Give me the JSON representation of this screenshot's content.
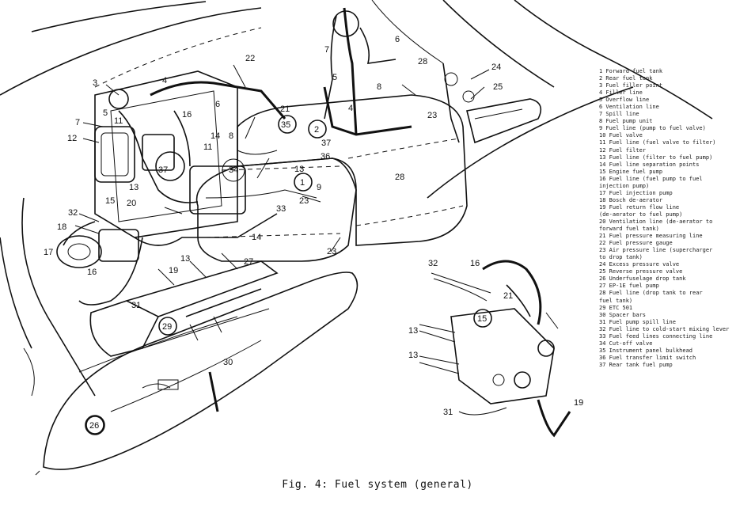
{
  "figure": {
    "caption": "Fig. 4: Fuel system (general)"
  },
  "callouts": {
    "n1": "1",
    "n2": "2",
    "n3": "3",
    "n4": "4",
    "n5": "5",
    "n6": "6",
    "n7": "7",
    "n8": "8",
    "n9": "9",
    "n11": "11",
    "n12": "12",
    "n13": "13",
    "n14": "14",
    "n15": "15",
    "n16": "16",
    "n17": "17",
    "n18": "18",
    "n19": "19",
    "n20": "20",
    "n21": "21",
    "n22": "22",
    "n23": "23",
    "n24": "24",
    "n25": "25",
    "n26": "26",
    "n27": "27",
    "n28": "28",
    "n29": "29",
    "n30": "30",
    "n31": "31",
    "n32": "32",
    "n33": "33",
    "n34": "34",
    "n35": "35",
    "n36": "36",
    "n37": "37"
  },
  "legend": [
    "1 Forward fuel tank",
    "2 Rear fuel tank",
    "3 Fuel filler point",
    "4 Filler line",
    "5 Overflow line",
    "6 Ventilation line",
    "7 Spill line",
    "8 Fuel pump unit",
    "9 Fuel line (pump to fuel valve)",
    "10 Fuel valve",
    "11 Fuel line (fuel valve to filter)",
    "12 Fuel filter",
    "13 Fuel line (filter to fuel pump)",
    "14 Fuel line separation points",
    "15 Engine fuel pump",
    "16 Fuel line (fuel pump to fuel",
    "   injection pump)",
    "17 Fuel injection pump",
    "18 Bosch de-aerator",
    "19 Fuel return flow line",
    "   (de-aerator to fuel pump)",
    "20 Ventilation line (de-aerator to",
    "   forward fuel tank)",
    "21 Fuel pressure measuring line",
    "22 Fuel pressure gauge",
    "23 Air pressure line (supercharger",
    "   to drop tank)",
    "24 Excess pressure valve",
    "25 Reverse pressure valve",
    "26 Underfuselage drop tank",
    "27 EP-1E fuel pump",
    "28 Fuel line (drop tank to rear",
    "   fuel tank)",
    "29 ETC 501",
    "30 Spacer bars",
    "31 Fuel pump spill line",
    "32 Fuel line to cold-start mixing lever",
    "33 Fuel feed lines connecting line",
    "34 Cut-off valve",
    "35 Instrument panel bulkhead",
    "36 Fuel transfer limit switch",
    "37 Rear tank fuel pump"
  ]
}
